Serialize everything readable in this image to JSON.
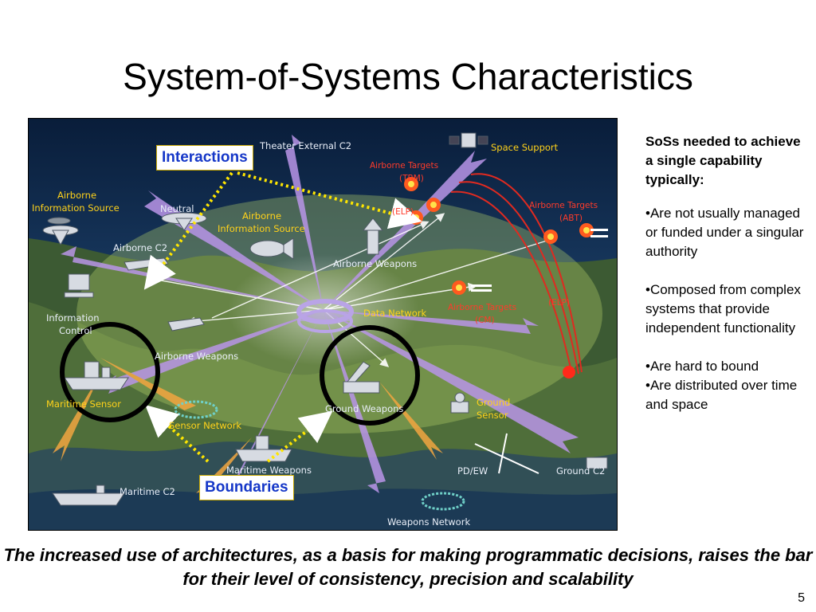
{
  "slide": {
    "title": "System-of-Systems Characteristics",
    "page_number": "5"
  },
  "diagram": {
    "callouts": {
      "interactions": "Interactions",
      "boundaries": "Boundaries"
    },
    "labels": {
      "theater_external_c2": "Theater External C2",
      "space_support": "Space Support",
      "airborne_targets_tbm_1": "Airborne Targets",
      "airborne_targets_tbm_2": "(TBM)",
      "airborne_info_left_1": "Airborne",
      "airborne_info_left_2": "Information Source",
      "neutral": "Neutral",
      "airborne_info_center_1": "Airborne",
      "airborne_info_center_2": "Information Source",
      "elp_top": "(ELP)",
      "airborne_targets_abt_1": "Airborne Targets",
      "airborne_targets_abt_2": "(ABT)",
      "airborne_c2": "Airborne C2",
      "airborne_weapons_top": "Airborne Weapons",
      "information_control_1": "Information",
      "information_control_2": "Control",
      "data_network": "Data Network",
      "airborne_targets_cm_1": "Airborne Targets",
      "airborne_targets_cm_2": "(CM)",
      "elp_right": "(ELP)",
      "airborne_weapons_left": "Airborne Weapons",
      "maritime_sensor": "Maritime Sensor",
      "ground_weapons": "Ground Weapons",
      "ground_sensor_1": "Ground",
      "ground_sensor_2": "Sensor",
      "sensor_network": "Sensor Network",
      "maritime_weapons": "Maritime Weapons",
      "pd_ew": "PD/EW",
      "ground_c2": "Ground C2",
      "maritime_c2": "Maritime C2",
      "weapons_network": "Weapons Network"
    }
  },
  "sidebar": {
    "heading": "SoSs needed to achieve a single capability typically:",
    "bullets": [
      "•Are not usually managed or funded under a singular authority",
      "•Composed from complex systems that provide independent functionality",
      "•Are hard to bound",
      "•Are distributed over time and space"
    ]
  },
  "caption": "The increased use of architectures, as a basis for making programmatic decisions, raises the bar for their level of consistency, precision and scalability",
  "colors": {
    "callout_text": "#1537c8",
    "callout_border": "#c8a800",
    "dotted_arrow": "#ffe600",
    "label_yellow": "#ffd21a",
    "label_red": "#ff3b2a",
    "map_background": "#0b2440"
  }
}
